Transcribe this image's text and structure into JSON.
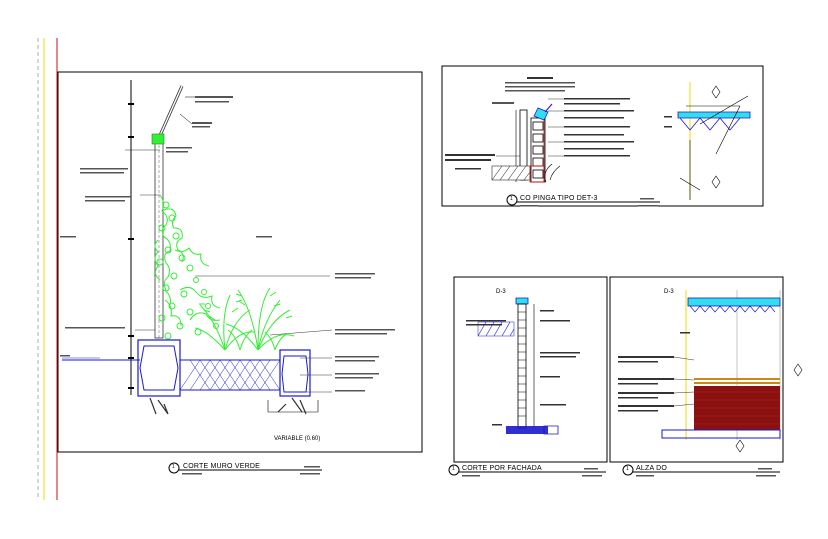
{
  "colors": {
    "border": "#000000",
    "structure": "#1a1acc",
    "plants": "#33ee33",
    "cyan": "#33ddee",
    "brick": "#8b1010",
    "frame_red": "#cc1111",
    "frame_yellow": "#eedd00"
  },
  "sheet": {
    "vertical_dimension_label": "VARIABLE (0.60)",
    "detail_marker": "D-3"
  },
  "panels": [
    {
      "number": "1",
      "title": "CORTE MURO VERDE"
    },
    {
      "number": "1",
      "title": "CO PINGA TIPO  DET-3"
    },
    {
      "number": "1",
      "title": "CORTE POR FACHADA"
    },
    {
      "number": "1",
      "title": "ALZA DO"
    }
  ],
  "icons": {
    "section_marker": "circle-number-icon",
    "north_marker": "diamond-marker-icon"
  }
}
